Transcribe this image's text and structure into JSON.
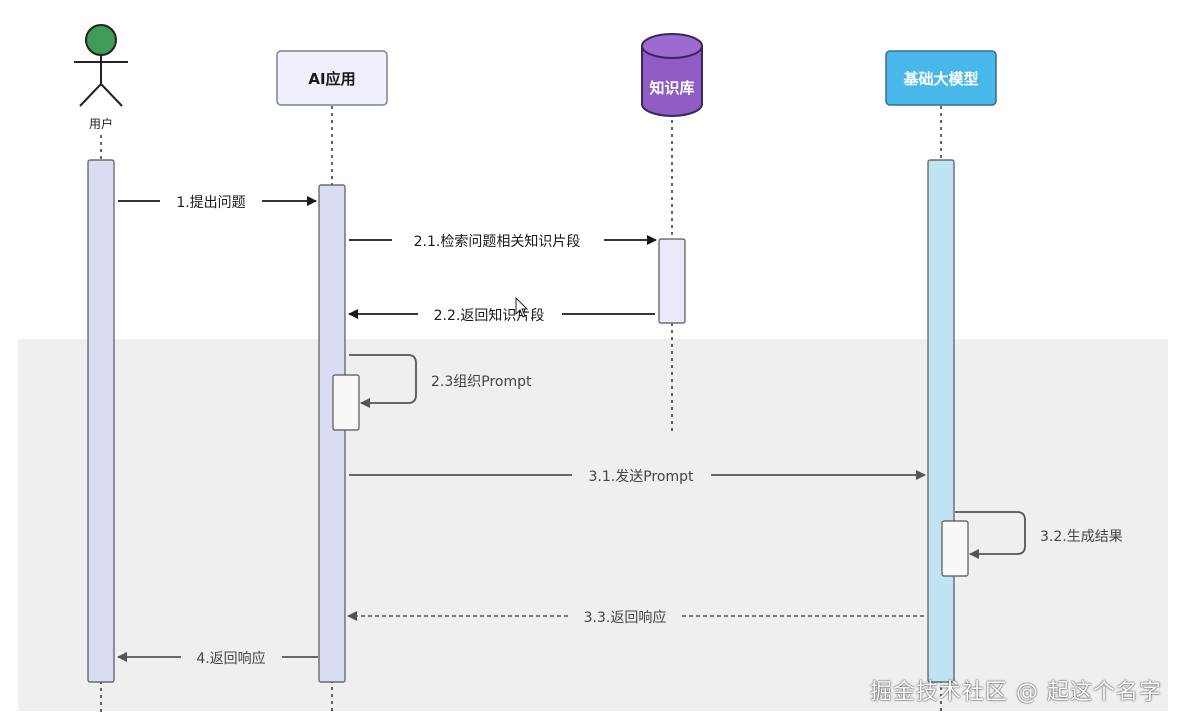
{
  "participants": {
    "user": "用户",
    "app": "AI应用",
    "kb": "知识库",
    "llm": "基础大模型"
  },
  "messages": {
    "m1": "1.提出问题",
    "m21": "2.1.检索问题相关知识片段",
    "m22": "2.2.返回知识片段",
    "m23": "2.3组织Prompt",
    "m31": "3.1.发送Prompt",
    "m32": "3.2.生成结果",
    "m33": "3.3.返回响应",
    "m4": "4.返回响应"
  },
  "watermark": "掘金技术社区 @ 起这个名字",
  "colors": {
    "actor_head": "#3f9b55",
    "app_box": "#eef1fb",
    "kb_cylinder": "#8e5cc2",
    "llm_box": "#48b8ea",
    "activation_user": "#d9dcf3",
    "activation_llm": "#bfe3f2",
    "activation_kb": "#ede7fa",
    "highlight_band": "#efefef"
  }
}
